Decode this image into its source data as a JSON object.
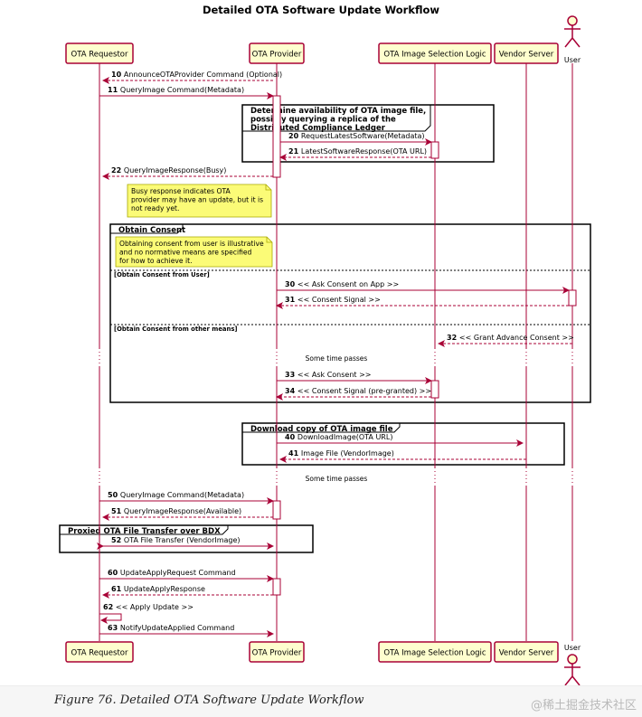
{
  "title": "Detailed OTA Software Update Workflow",
  "participants": [
    {
      "name": "OTA Requestor"
    },
    {
      "name": "OTA Provider"
    },
    {
      "name": "OTA Image Selection Logic"
    },
    {
      "name": "Vendor Server"
    },
    {
      "name": "User",
      "actor": true
    }
  ],
  "messages": [
    {
      "id": "m10",
      "num": "10",
      "text": "AnnounceOTAProvider Command (Optional)"
    },
    {
      "id": "m11",
      "num": "11",
      "text": "QueryImage Command(Metadata)"
    },
    {
      "id": "m20",
      "num": "20",
      "text": "RequestLatestSoftware(Metadata)"
    },
    {
      "id": "m21",
      "num": "21",
      "text": "LatestSoftwareResponse(OTA URL)"
    },
    {
      "id": "m22",
      "num": "22",
      "text": "QueryImageResponse(Busy)"
    },
    {
      "id": "m30",
      "num": "30",
      "text": "<< Ask Consent on App >>"
    },
    {
      "id": "m31",
      "num": "31",
      "text": "<< Consent Signal >>"
    },
    {
      "id": "m32",
      "num": "32",
      "text": "<< Grant Advance Consent >>"
    },
    {
      "id": "m33",
      "num": "33",
      "text": "<< Ask Consent >>"
    },
    {
      "id": "m34",
      "num": "34",
      "text": "<< Consent Signal (pre-granted) >>"
    },
    {
      "id": "m40",
      "num": "40",
      "text": "DownloadImage(OTA URL)"
    },
    {
      "id": "m41",
      "num": "41",
      "text": "Image File (VendorImage)"
    },
    {
      "id": "m50",
      "num": "50",
      "text": "QueryImage Command(Metadata)"
    },
    {
      "id": "m51",
      "num": "51",
      "text": "QueryImageResponse(Available)"
    },
    {
      "id": "m52",
      "num": "52",
      "text": "OTA File Transfer (VendorImage)"
    },
    {
      "id": "m60",
      "num": "60",
      "text": "UpdateApplyRequest Command"
    },
    {
      "id": "m61",
      "num": "61",
      "text": "UpdateApplyResponse"
    },
    {
      "id": "m62",
      "num": "62",
      "text": "<< Apply Update >>"
    },
    {
      "id": "m63",
      "num": "63",
      "text": "NotifyUpdateApplied Command"
    }
  ],
  "groups": [
    {
      "id": "g1",
      "title_lines": [
        "Determine availability of OTA image file,",
        "possibly querying a replica of the",
        "Distributed Compliance Ledger"
      ]
    },
    {
      "id": "g2",
      "title_lines": [
        "Obtain Consent"
      ]
    },
    {
      "id": "g3",
      "title_lines": [
        "Download copy of OTA image file"
      ]
    },
    {
      "id": "g4",
      "title_lines": [
        "Proxied OTA File Transfer over BDX"
      ]
    }
  ],
  "alt_labels": [
    "[Obtain Consent from User]",
    "[Obtain Consent from other means]"
  ],
  "notes": [
    {
      "id": "n1",
      "lines": [
        "Busy response indicates OTA",
        "provider may have an update, but it is",
        "not ready yet."
      ]
    },
    {
      "id": "n2",
      "lines": [
        "Obtaining consent from user is illustrative",
        "and no normative means are specified",
        "for how to achieve it."
      ]
    }
  ],
  "delays": [
    "Some time passes",
    "Some time passes"
  ],
  "caption": "Figure 76. Detailed OTA Software Update Workflow",
  "watermark": "@稀土掘金技术社区",
  "colors": {
    "participant_fill": "#fefece",
    "participant_border": "#a80036",
    "lifeline": "#a80036",
    "arrow": "#a80036",
    "note_fill": "#fbfb77",
    "group_border": "#000000",
    "text": "#000000"
  }
}
